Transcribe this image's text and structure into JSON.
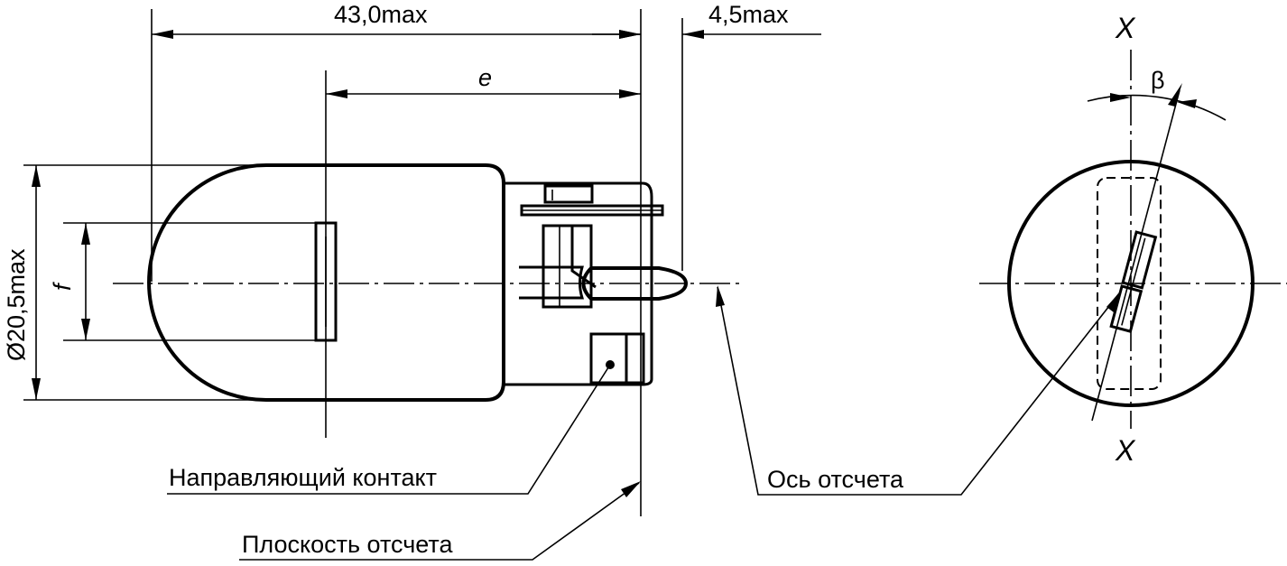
{
  "dimensions": {
    "overall_length": "43,0max",
    "pin_protrusion": "4,5max",
    "light_center_distance": "e",
    "diameter": "Ø20,5max",
    "filament_height": "f"
  },
  "labels": {
    "guide_contact": "Направляющий контакт",
    "reference_plane": "Плоскость отсчета",
    "reference_axis": "Ось отсчета"
  },
  "end_view": {
    "axis_top": "X",
    "axis_bottom": "X",
    "angle": "β"
  }
}
